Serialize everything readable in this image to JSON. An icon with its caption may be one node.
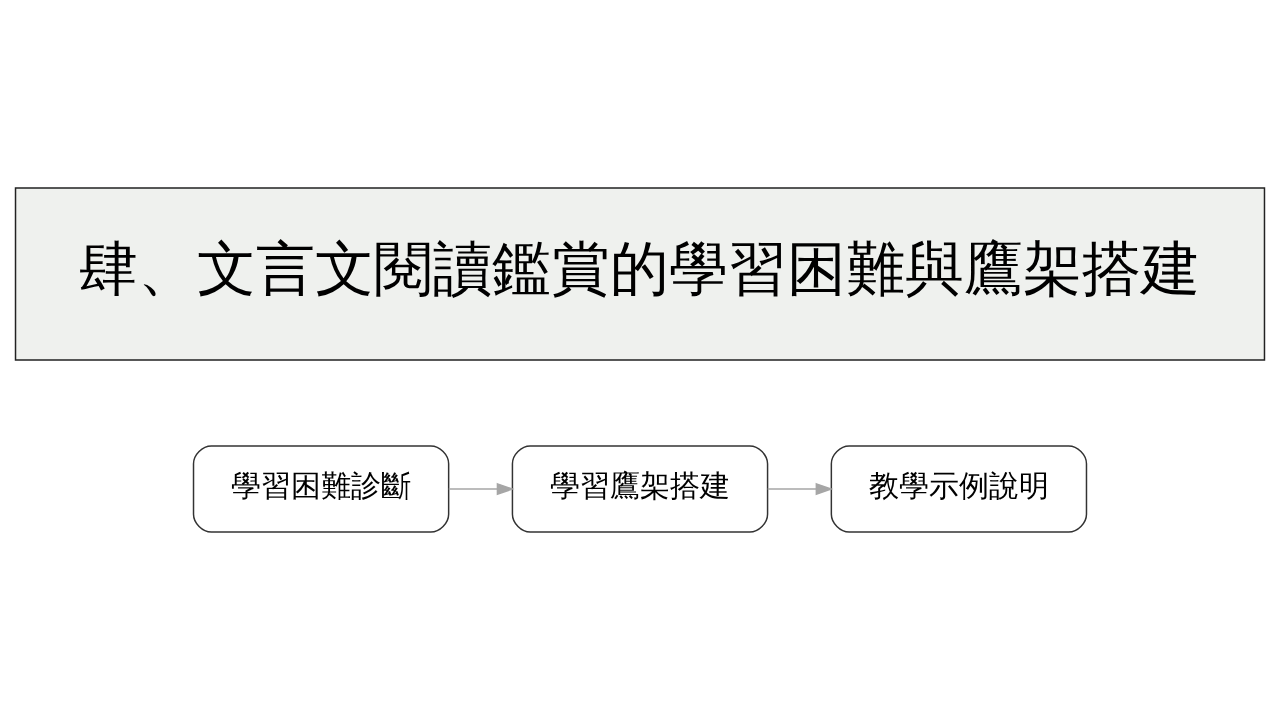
{
  "diagram": {
    "nodes": [
      {
        "text": [
          "肆、文言文閱讀鑑賞的學習困難與鷹架搭建"
        ]
      },
      {
        "text": [
          "學習困難診斷"
        ]
      },
      {
        "text": [
          "學習鷹架搭建"
        ]
      },
      {
        "text": [
          "教學示例說明"
        ]
      }
    ],
    "edges": [
      {
        "from": 1,
        "to": 2,
        "arrow": "to"
      },
      {
        "from": 2,
        "to": 3,
        "arrow": "to"
      }
    ]
  }
}
